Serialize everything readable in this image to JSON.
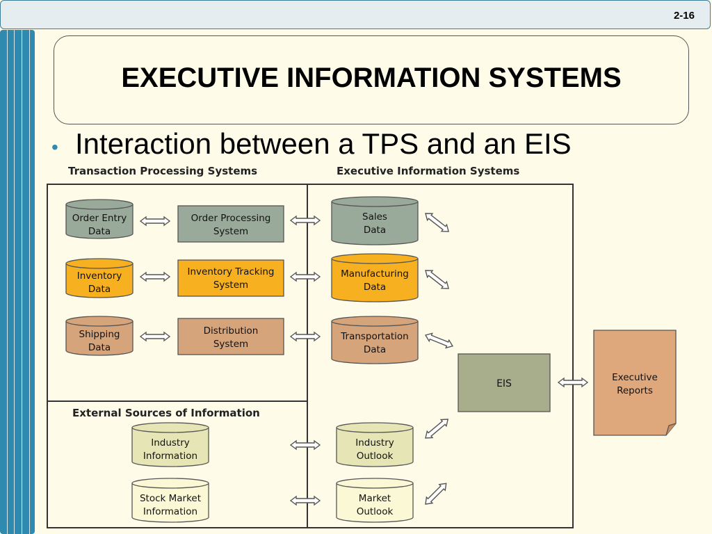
{
  "slide": {
    "page_number": "2-16",
    "title": "EXECUTIVE INFORMATION SYSTEMS",
    "bullet": "Interaction between a TPS and an EIS"
  },
  "diagram": {
    "sections": {
      "tps": "Transaction Processing Systems",
      "eis": "Executive Information Systems",
      "external": "External Sources of Information"
    },
    "tps_data": [
      {
        "line1": "Order Entry",
        "line2": "Data",
        "color": "#9aaa9a"
      },
      {
        "line1": "Inventory",
        "line2": "Data",
        "color": "#f7b01f"
      },
      {
        "line1": "Shipping",
        "line2": "Data",
        "color": "#d6a47b"
      }
    ],
    "tps_systems": [
      {
        "line1": "Order Processing",
        "line2": "System",
        "color": "#9aaa9a"
      },
      {
        "line1": "Inventory Tracking",
        "line2": "System",
        "color": "#f7b01f"
      },
      {
        "line1": "Distribution",
        "line2": "System",
        "color": "#d6a47b"
      }
    ],
    "eis_data": [
      {
        "line1": "Sales",
        "line2": "Data",
        "color": "#9aaa9a"
      },
      {
        "line1": "Manufacturing",
        "line2": "Data",
        "color": "#f7b01f"
      },
      {
        "line1": "Transportation",
        "line2": "Data",
        "color": "#d6a47b"
      }
    ],
    "external_sources": [
      {
        "line1": "Industry",
        "line2": "Information",
        "color": "#e6e5b5"
      },
      {
        "line1": "Stock Market",
        "line2": "Information",
        "color": "#fbf8d6"
      }
    ],
    "outlooks": [
      {
        "line1": "Industry",
        "line2": "Outlook",
        "color": "#e6e5b5"
      },
      {
        "line1": "Market",
        "line2": "Outlook",
        "color": "#fbf8d6"
      }
    ],
    "eis": {
      "label": "EIS",
      "color": "#a8ad8c"
    },
    "reports": {
      "line1": "Executive",
      "line2": "Reports",
      "color": "#dea77c"
    }
  }
}
